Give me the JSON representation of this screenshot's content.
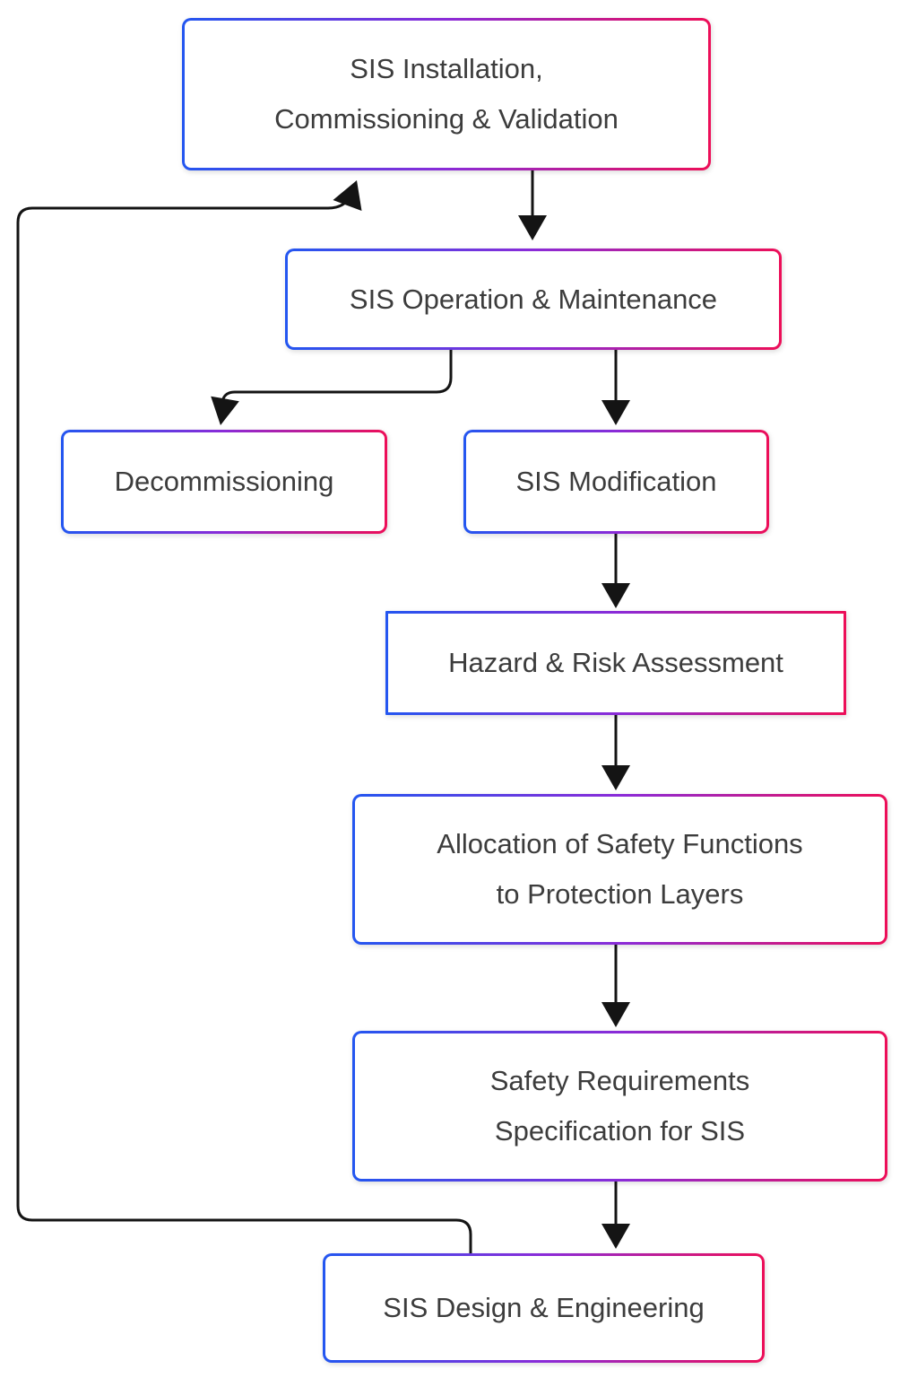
{
  "colors": {
    "gradient_start": "#2356f0",
    "gradient_mid": "#8a2bd8",
    "gradient_end": "#ed0e58",
    "connector": "#141414",
    "text": "#3c3c3c",
    "background": "#ffffff"
  },
  "nodes": [
    {
      "id": "sis-installation",
      "line1": "SIS Installation,",
      "line2": "Commissioning & Validation"
    },
    {
      "id": "sis-operation",
      "line1": "SIS Operation & Maintenance"
    },
    {
      "id": "decommissioning",
      "line1": "Decommissioning"
    },
    {
      "id": "sis-modification",
      "line1": "SIS Modification"
    },
    {
      "id": "hazard-risk-assessment",
      "line1": "Hazard & Risk Assessment"
    },
    {
      "id": "allocation-safety-functions",
      "line1": "Allocation of Safety Functions",
      "line2": "to Protection Layers"
    },
    {
      "id": "safety-requirements",
      "line1": "Safety Requirements",
      "line2": "Specification for SIS"
    },
    {
      "id": "sis-design",
      "line1": "SIS Design & Engineering"
    }
  ],
  "edges": [
    {
      "from": "sis-installation",
      "to": "sis-operation"
    },
    {
      "from": "sis-operation",
      "to": "decommissioning"
    },
    {
      "from": "sis-operation",
      "to": "sis-modification"
    },
    {
      "from": "sis-modification",
      "to": "hazard-risk-assessment"
    },
    {
      "from": "hazard-risk-assessment",
      "to": "allocation-safety-functions"
    },
    {
      "from": "allocation-safety-functions",
      "to": "safety-requirements"
    },
    {
      "from": "safety-requirements",
      "to": "sis-design"
    },
    {
      "from": "sis-design",
      "to": "sis-installation"
    }
  ]
}
